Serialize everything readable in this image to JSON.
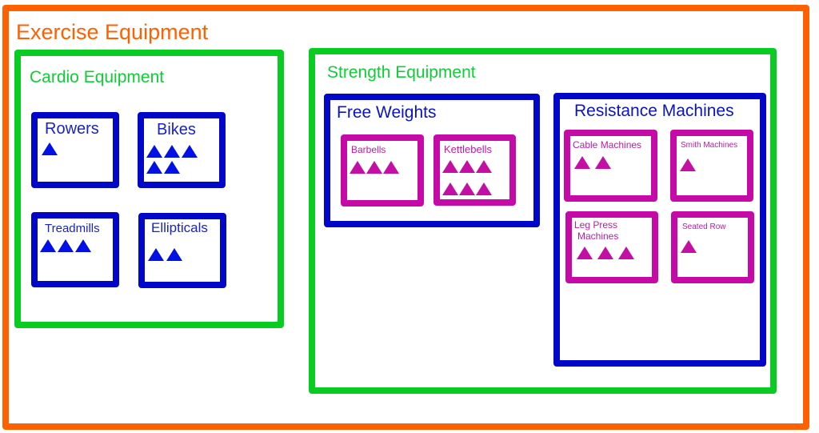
{
  "diagram": {
    "title": "Exercise Equipment",
    "colors": {
      "root": "#ff6000",
      "category": "#08cc22",
      "group": "#0007c9",
      "item_magenta": "#c60aa8",
      "triangle_blue": "#0010e6",
      "triangle_magenta": "#c40fa4"
    },
    "cardio": {
      "title": "Cardio Equipment",
      "items": [
        {
          "label": "Rowers",
          "count": 1,
          "icon": "triangle-icon"
        },
        {
          "label": "Bikes",
          "count": 5,
          "icon": "triangle-icon"
        },
        {
          "label": "Treadmills",
          "count": 3,
          "icon": "triangle-icon"
        },
        {
          "label": "Ellipticals",
          "count": 2,
          "icon": "triangle-icon"
        }
      ]
    },
    "strength": {
      "title": "Strength Equipment",
      "free_weights": {
        "title": "Free Weights",
        "items": [
          {
            "label": "Barbells",
            "count": 3,
            "icon": "triangle-icon"
          },
          {
            "label": "Kettlebells",
            "count": 6,
            "icon": "triangle-icon"
          }
        ]
      },
      "resistance_machines": {
        "title": "Resistance Machines",
        "items": [
          {
            "label": "Cable Machines",
            "count": 2,
            "icon": "triangle-icon"
          },
          {
            "label": "Smith Machines",
            "count": 1,
            "icon": "triangle-icon"
          },
          {
            "label": "Leg Press Machines",
            "label_line1": "Leg Press",
            "label_line2": "Machines",
            "count": 3,
            "icon": "triangle-icon"
          },
          {
            "label": "Seated Row",
            "count": 1,
            "icon": "triangle-icon"
          }
        ]
      }
    }
  }
}
